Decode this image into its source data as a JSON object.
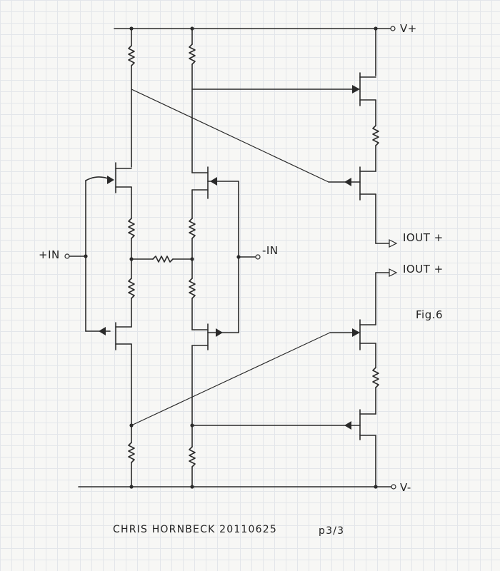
{
  "labels": {
    "vplus": "V+",
    "vminus": "V-",
    "in_plus": "+IN",
    "in_minus": "-IN",
    "iout_upper": "IOUT +",
    "iout_lower": "IOUT +",
    "figure": "Fig.6",
    "signature": "CHRIS HORNBECK 20110625",
    "page": "p3/3"
  }
}
